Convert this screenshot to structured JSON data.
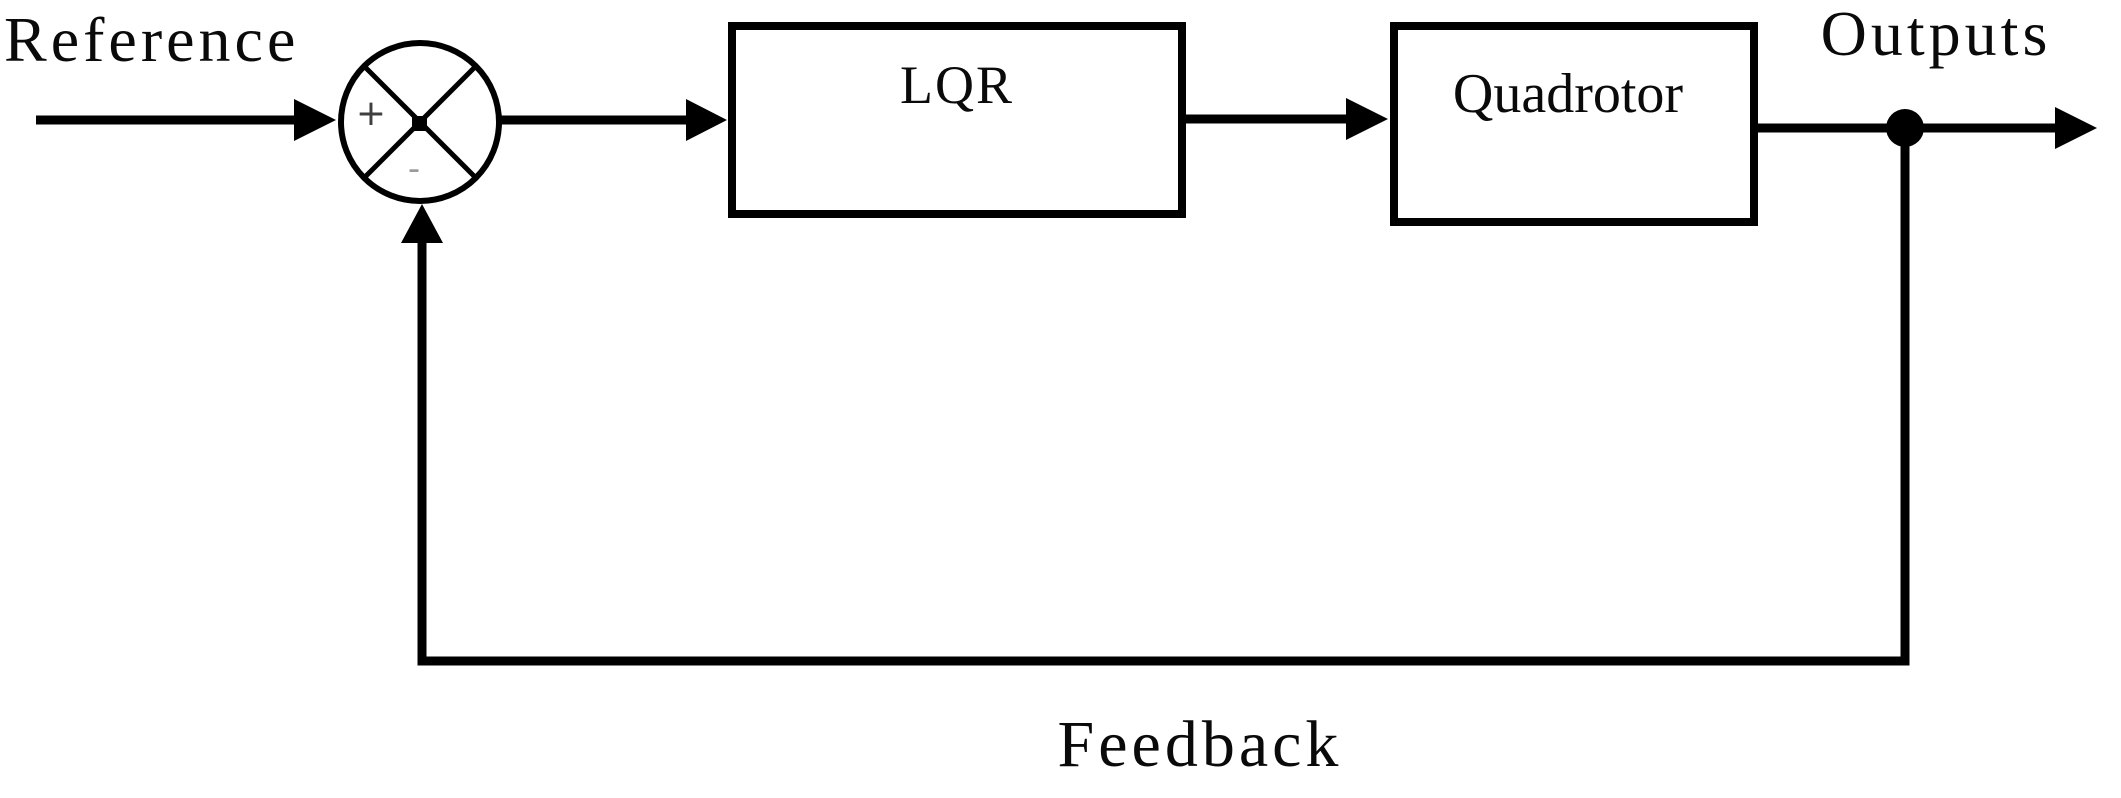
{
  "diagram": {
    "type": "control-loop-block-diagram",
    "labels": {
      "reference": "Reference",
      "outputs": "Outputs",
      "feedback": "Feedback"
    },
    "blocks": [
      {
        "id": "controller",
        "label": "LQR"
      },
      {
        "id": "plant",
        "label": "Quadrotor"
      }
    ],
    "summing_junction": {
      "shape": "circle-with-x-cross",
      "top_input_sign": "+",
      "feedback_input_sign": "-"
    },
    "colors": {
      "line": "#000000",
      "background": "#ffffff",
      "plus_sign": "#3f3f3f",
      "minus_sign": "#9b9b9b"
    }
  }
}
